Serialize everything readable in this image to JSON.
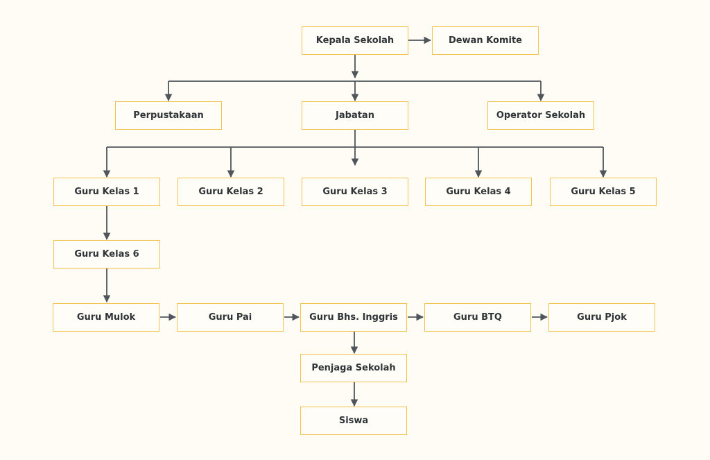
{
  "diagram": {
    "nodes": [
      {
        "id": "kepala-sekolah",
        "label": "Kepala Sekolah"
      },
      {
        "id": "dewan-komite",
        "label": "Dewan Komite"
      },
      {
        "id": "perpustakaan",
        "label": "Perpustakaan"
      },
      {
        "id": "jabatan",
        "label": "Jabatan"
      },
      {
        "id": "operator-sekolah",
        "label": "Operator Sekolah"
      },
      {
        "id": "guru-kelas-1",
        "label": "Guru Kelas 1"
      },
      {
        "id": "guru-kelas-2",
        "label": "Guru Kelas 2"
      },
      {
        "id": "guru-kelas-3",
        "label": "Guru Kelas 3"
      },
      {
        "id": "guru-kelas-4",
        "label": "Guru Kelas 4"
      },
      {
        "id": "guru-kelas-5",
        "label": "Guru Kelas 5"
      },
      {
        "id": "guru-kelas-6",
        "label": "Guru Kelas 6"
      },
      {
        "id": "guru-mulok",
        "label": "Guru Mulok"
      },
      {
        "id": "guru-pai",
        "label": "Guru Pai"
      },
      {
        "id": "guru-bhs-inggris",
        "label": "Guru Bhs. Inggris"
      },
      {
        "id": "guru-btq",
        "label": "Guru BTQ"
      },
      {
        "id": "guru-pjok",
        "label": "Guru Pjok"
      },
      {
        "id": "penjaga-sekolah",
        "label": "Penjaga Sekolah"
      },
      {
        "id": "siswa",
        "label": "Siswa"
      }
    ],
    "edges": [
      {
        "from": "kepala-sekolah",
        "to": "dewan-komite"
      },
      {
        "from": "kepala-sekolah",
        "to": "perpustakaan"
      },
      {
        "from": "kepala-sekolah",
        "to": "jabatan"
      },
      {
        "from": "kepala-sekolah",
        "to": "operator-sekolah"
      },
      {
        "from": "jabatan",
        "to": "guru-kelas-1"
      },
      {
        "from": "jabatan",
        "to": "guru-kelas-2"
      },
      {
        "from": "jabatan",
        "to": "guru-kelas-3"
      },
      {
        "from": "jabatan",
        "to": "guru-kelas-4"
      },
      {
        "from": "jabatan",
        "to": "guru-kelas-5"
      },
      {
        "from": "guru-kelas-1",
        "to": "guru-kelas-6"
      },
      {
        "from": "guru-kelas-6",
        "to": "guru-mulok"
      },
      {
        "from": "guru-mulok",
        "to": "guru-pai"
      },
      {
        "from": "guru-pai",
        "to": "guru-bhs-inggris"
      },
      {
        "from": "guru-bhs-inggris",
        "to": "guru-btq"
      },
      {
        "from": "guru-btq",
        "to": "guru-pjok"
      },
      {
        "from": "guru-bhs-inggris",
        "to": "penjaga-sekolah"
      },
      {
        "from": "penjaga-sekolah",
        "to": "siswa"
      }
    ]
  }
}
